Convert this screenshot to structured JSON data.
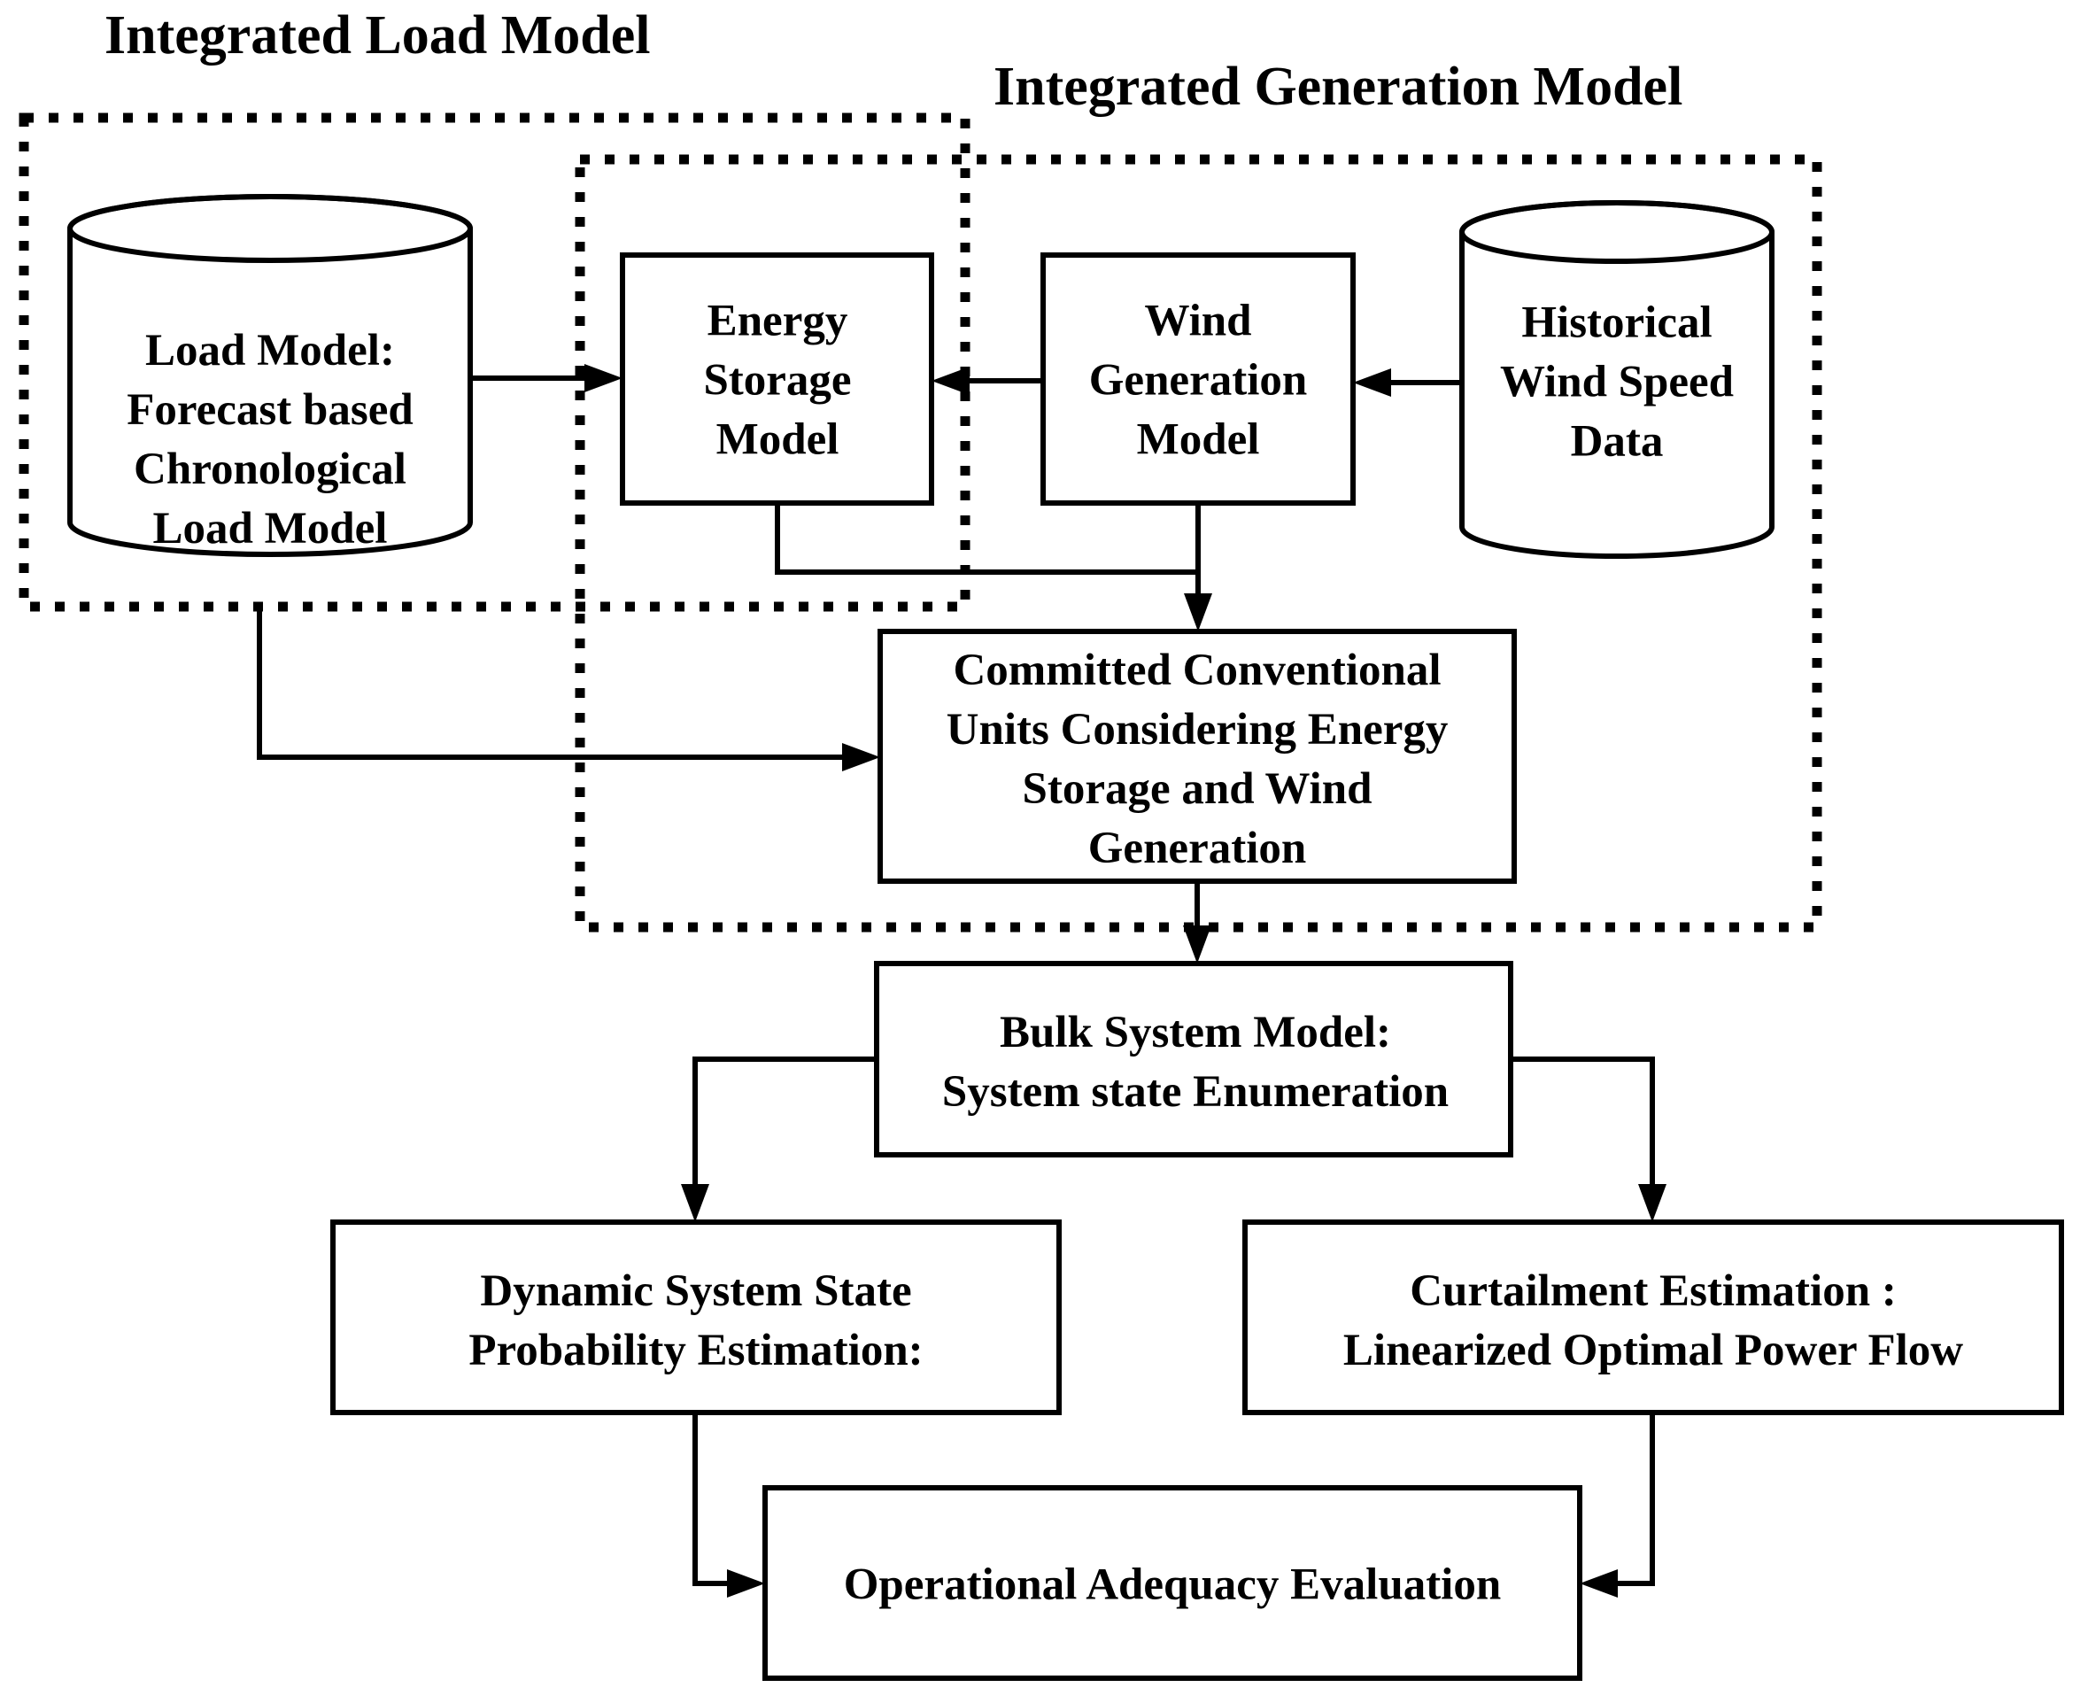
{
  "groups": {
    "load": "Integrated Load Model",
    "generation": "Integrated Generation Model"
  },
  "nodes": {
    "load_model": [
      "Load Model:",
      "Forecast based",
      "Chronological",
      "Load Model"
    ],
    "energy_storage": [
      "Energy",
      "Storage",
      "Model"
    ],
    "wind_generation": [
      "Wind",
      "Generation",
      "Model"
    ],
    "historical_wind": [
      "Historical",
      "Wind Speed",
      "Data"
    ],
    "committed_units": [
      "Committed Conventional",
      "Units Considering Energy",
      "Storage and Wind",
      "Generation"
    ],
    "bulk_system": [
      "Bulk System Model:",
      "System state Enumeration"
    ],
    "dynamic_state": [
      "Dynamic System State",
      "Probability Estimation:"
    ],
    "curtailment": [
      "Curtailment Estimation :",
      "Linearized Optimal Power Flow"
    ],
    "operational": [
      "Operational Adequacy Evaluation"
    ]
  },
  "colors": {
    "stroke": "#000000",
    "background": "#ffffff"
  }
}
